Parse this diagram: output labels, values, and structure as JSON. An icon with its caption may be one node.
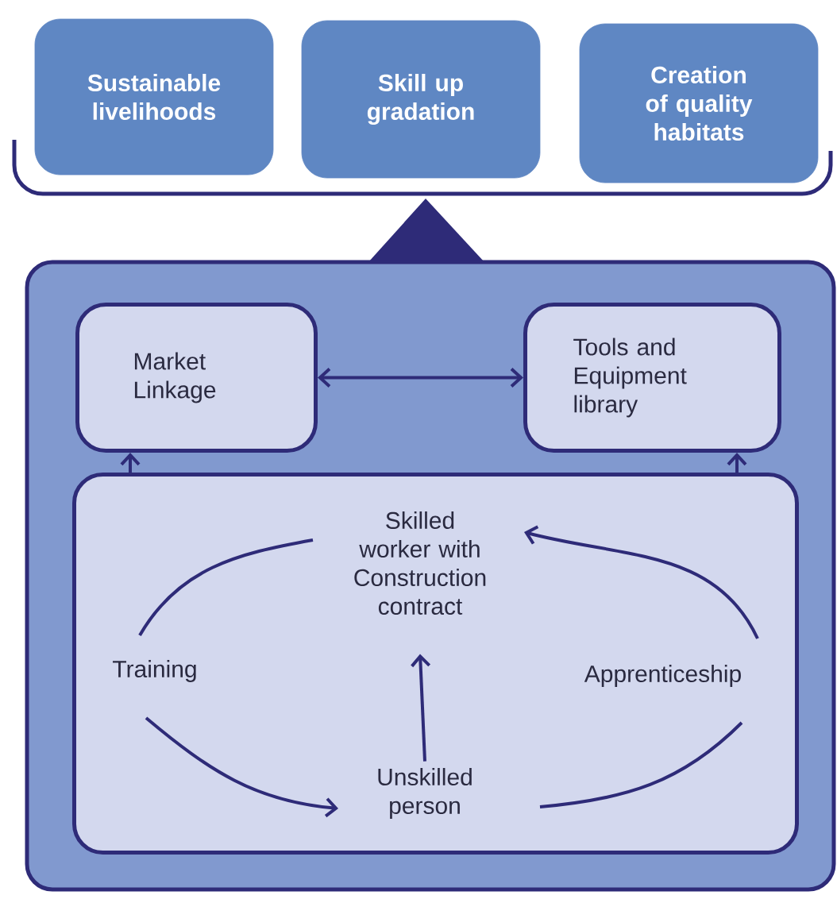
{
  "diagram": {
    "nodes": [
      {
        "text": [
          "Sustainable livelihoods"
        ]
      },
      {
        "text": [
          "Skill up gradation"
        ]
      },
      {
        "text": [
          "Creation of quality habitats"
        ]
      },
      {
        "text": [],
        "shape": "box"
      },
      {
        "text": [
          "Market Linkage"
        ],
        "in": 3
      },
      {
        "text": [
          "Tools and Equipment library"
        ],
        "in": 3
      },
      {
        "text": [],
        "shape": "box",
        "in": 3
      },
      {
        "text": [
          "Skilled worker with Construction contract"
        ],
        "in": 6
      },
      {
        "text": [
          "Training"
        ],
        "in": 6
      },
      {
        "text": [
          "Apprenticeship"
        ],
        "in": 6
      },
      {
        "text": [
          "Unskilled person"
        ],
        "in": 6
      }
    ],
    "edges": [
      {
        "from": 4,
        "to": 5,
        "arrow": "both"
      },
      {
        "from": 6,
        "to": 4,
        "arrow": "to"
      },
      {
        "from": 6,
        "to": 5,
        "arrow": "to"
      },
      {
        "from": 10,
        "to": 7,
        "arrow": "to"
      },
      {
        "from": 7,
        "to": 8,
        "arrow": "none"
      },
      {
        "from": 8,
        "to": 10,
        "arrow": "to"
      },
      {
        "from": 10,
        "to": 9,
        "arrow": "none"
      },
      {
        "from": 9,
        "to": 7,
        "arrow": "to"
      }
    ]
  }
}
